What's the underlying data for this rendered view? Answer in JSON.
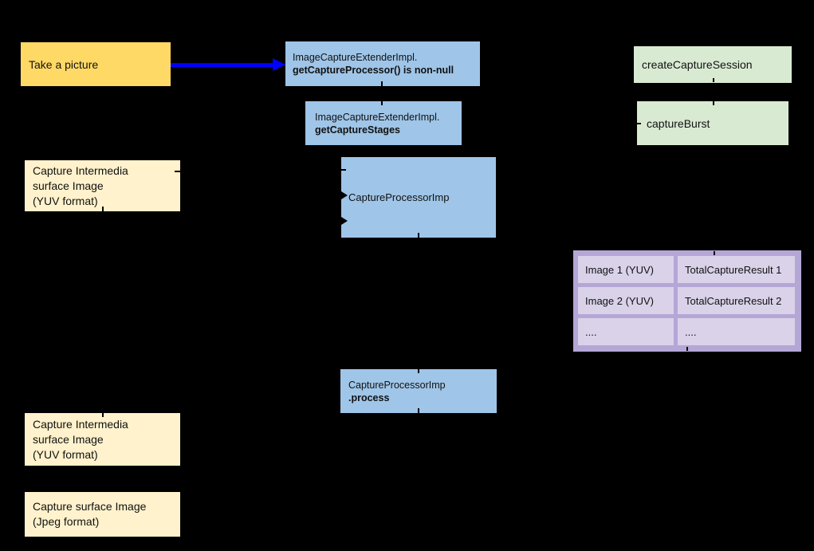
{
  "diagram": {
    "background": "#000000",
    "colors": {
      "gold_box": "#ffd966",
      "cream_box": "#fff2cc",
      "blue_box": "#9fc5e8",
      "green_box": "#d9ead3",
      "purple_container": "#b4a7d6",
      "purple_cell": "#d9d2e9",
      "arrow": "#0000ff",
      "text": "#111111"
    }
  },
  "nodes": {
    "take_picture": {
      "label": "Take a picture"
    },
    "get_capture_processor": {
      "line1": "ImageCaptureExtenderImpl.",
      "line2": "getCaptureProcessor() is non-null"
    },
    "get_capture_stages": {
      "line1": "ImageCaptureExtenderImpl.",
      "line2": "getCaptureStages"
    },
    "create_capture_session": {
      "label": "createCaptureSession"
    },
    "capture_burst": {
      "label": "captureBurst"
    },
    "capture_intermedia_top": {
      "line1": "Capture Intermedia",
      "line2": "surface Image",
      "line3": "(YUV format)"
    },
    "capture_processor": {
      "label": "CaptureProcessorImp"
    },
    "capture_processor_process": {
      "line1": "CaptureProcessorImp",
      "line2": ".process"
    },
    "capture_intermedia_bottom": {
      "line1": "Capture Intermedia",
      "line2": "surface Image",
      "line3": "(YUV format)"
    },
    "capture_surface_jpeg": {
      "line1": "Capture surface Image",
      "line2": "(Jpeg format)"
    }
  },
  "table": {
    "rows": [
      {
        "image": "Image 1 (YUV)",
        "result": "TotalCaptureResult 1"
      },
      {
        "image": "Image 2 (YUV)",
        "result": "TotalCaptureResult 2"
      },
      {
        "image": "....",
        "result": "...."
      }
    ]
  }
}
